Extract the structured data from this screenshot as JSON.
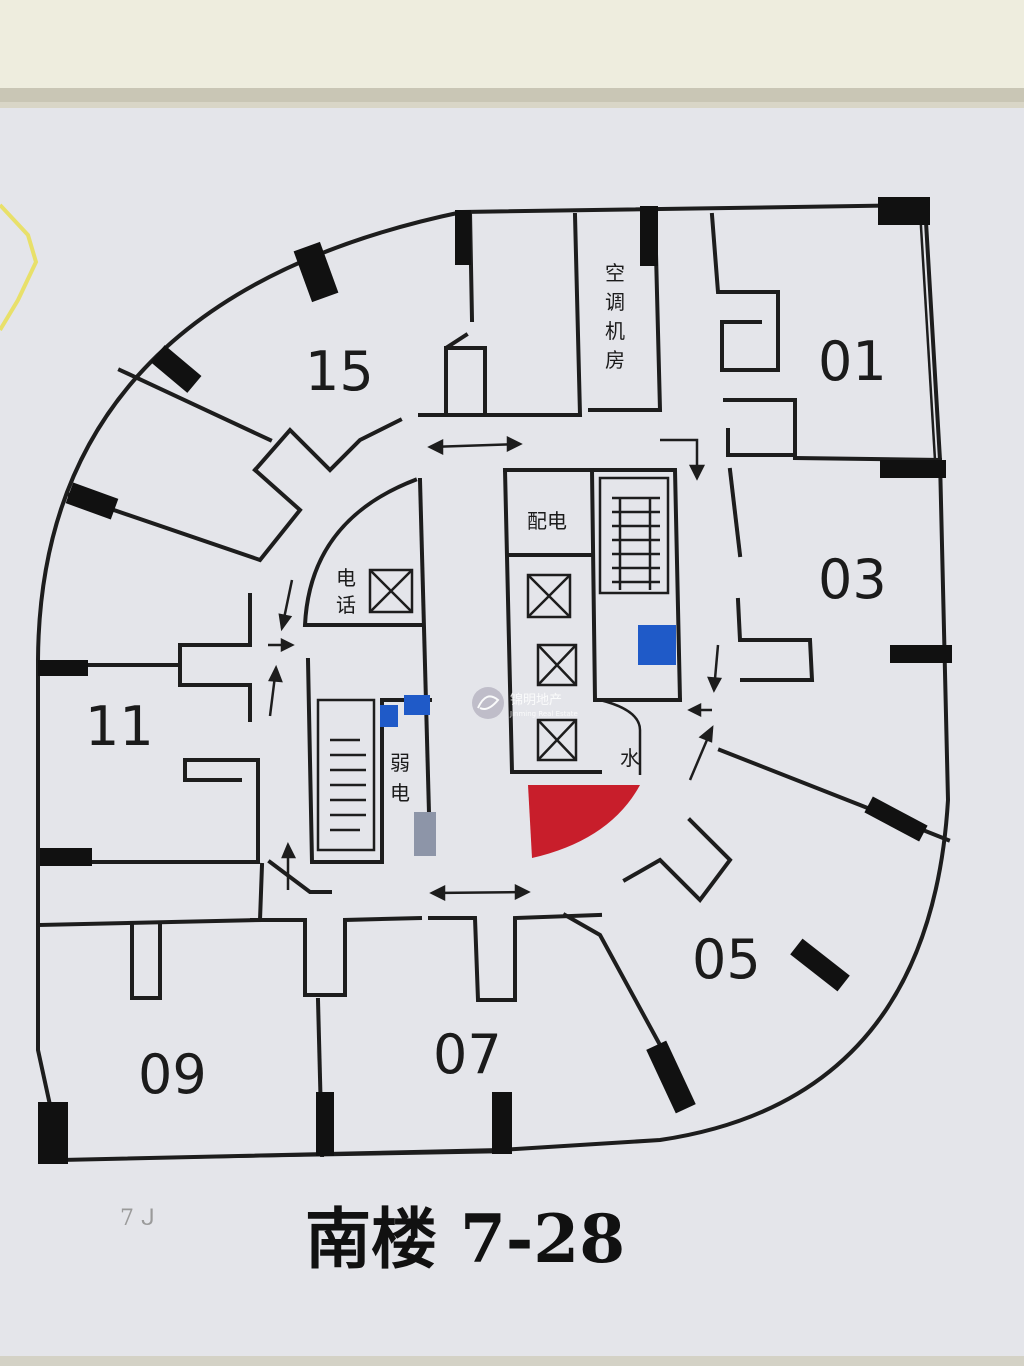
{
  "plan": {
    "title": "南楼 7-28",
    "units": [
      {
        "id": "01"
      },
      {
        "id": "03"
      },
      {
        "id": "05"
      },
      {
        "id": "07"
      },
      {
        "id": "09"
      },
      {
        "id": "11"
      },
      {
        "id": "15"
      }
    ],
    "rooms": {
      "ac_room": [
        "空",
        "调",
        "机",
        "房"
      ],
      "power": "配电",
      "phone": [
        "电",
        "话"
      ],
      "weak_power": [
        "弱",
        "电"
      ],
      "water": "水"
    },
    "handwriting": "7 ᒍ"
  },
  "watermark": {
    "name": "锦明地产",
    "english": "Jinming Real Estate"
  },
  "colors": {
    "paper": "#e3e4e9",
    "frame": "#efeede",
    "wall": "#1d1d1d",
    "blue_shaft": "#1f5ac8",
    "red_zone": "#c81e2b",
    "grey_box": "#8d95a8"
  }
}
